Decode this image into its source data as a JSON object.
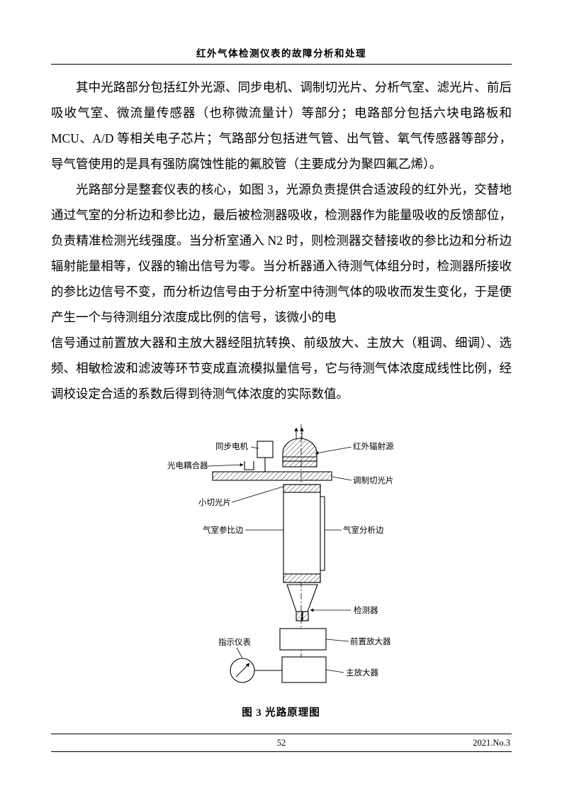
{
  "page": {
    "header_title": "红外气体检测仪表的故障分析和处理",
    "footer": {
      "page_number": "52",
      "issue": "2021.No.3"
    }
  },
  "body": {
    "paragraph1": "其中光路部分包括红外光源、同步电机、调制切光片、分析气室、滤光片、前后吸收气室、微流量传感器（也称微流量计）等部分；电路部分包括六块电路板和 MCU、A/D 等相关电子芯片；气路部分包括进气管、出气管、氧气传感器等部分，导气管使用的是具有强防腐蚀性能的氟胶管（主要成分为聚四氟乙烯）。",
    "paragraph2": "光路部分是整套仪表的核心，如图 3，光源负责提供合适波段的红外光，交替地通过气室的分析边和参比边，最后被检测器吸收，检测器作为能量吸收的反馈部位，负责精准检测光线强度。当分析室通入 N2 时，则检测器交替接收的参比边和分析边辐射能量相等，仪器的输出信号为零。当分析器通入待测气体组分时，检测器所接收的参比边信号不变，而分析边信号由于分析室中待测气体的吸收而发生变化，于是便产生一个与待测组分浓度成比例的信号，该微小的电",
    "paragraph2_continued": "信号通过前置放大器和主放大器经阻抗转换、前级放大、主放大（粗调、细调）、选频、相敏检波和滤波等环节变成直流模拟量信号，它与待测气体浓度成线性比例，经调校设定合适的系数后得到待测气体浓度的实际数值。"
  },
  "figure": {
    "caption": "图 3  光路原理图",
    "labels": {
      "sync_motor": "同步电机",
      "photocoupler": "光电耦合器",
      "ir_source": "红外辐射源",
      "chopper": "调制切光片",
      "small_chopper": "小切光片",
      "ref_side": "气室参比边",
      "analysis_side": "气室分析边",
      "detector": "检测器",
      "preamp": "前置放大器",
      "indicator": "指示仪表",
      "main_amp": "主放大器"
    }
  }
}
